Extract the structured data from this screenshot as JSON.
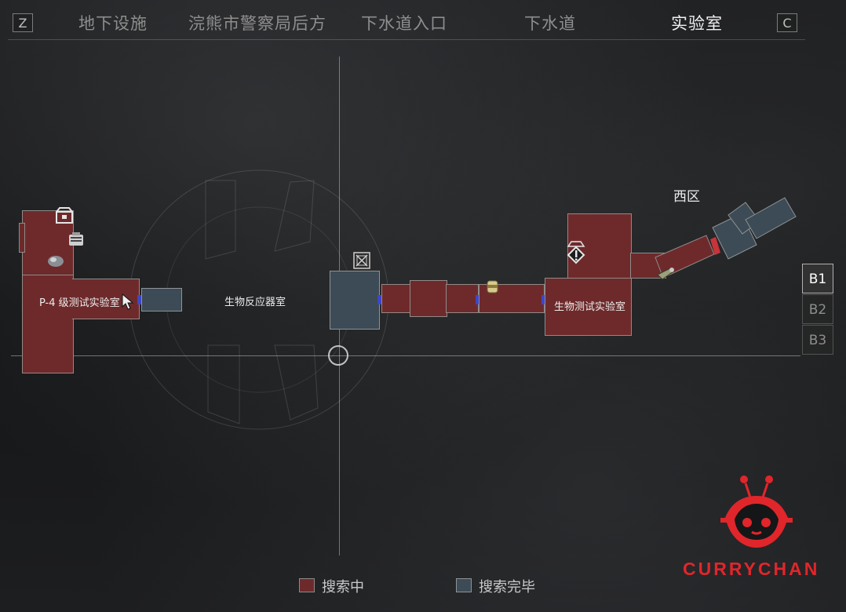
{
  "topbar": {
    "left_key": "Z",
    "right_key": "C",
    "tabs": [
      {
        "label": "地下设施",
        "active": false
      },
      {
        "label": "浣熊市警察局后方",
        "active": false
      },
      {
        "label": "下水道入口",
        "active": false
      },
      {
        "label": "下水道",
        "active": false
      },
      {
        "label": "实验室",
        "active": true
      }
    ]
  },
  "map": {
    "rooms": {
      "p4_lab": "P-4 级测试实验室",
      "bio_reactor": "生物反应器室",
      "bio_test_lab": "生物测试实验室",
      "west_zone": "西区"
    },
    "icons": [
      "typewriter-icon",
      "item-box-icon",
      "key-item-icon",
      "locked-box-icon",
      "alert-marker-icon",
      "herb-item-icon",
      "ammo-icon",
      "gun-part-icon"
    ]
  },
  "floors": {
    "items": [
      {
        "label": "B1",
        "active": true
      },
      {
        "label": "B2",
        "active": false
      },
      {
        "label": "B3",
        "active": false
      }
    ]
  },
  "legend": {
    "searching": "搜索中",
    "searched": "搜索完毕",
    "searching_color": "#6e2a2b",
    "searched_color": "#3c4b55"
  },
  "watermark": {
    "text": "CURRYCHAN",
    "color": "#e0262b"
  }
}
